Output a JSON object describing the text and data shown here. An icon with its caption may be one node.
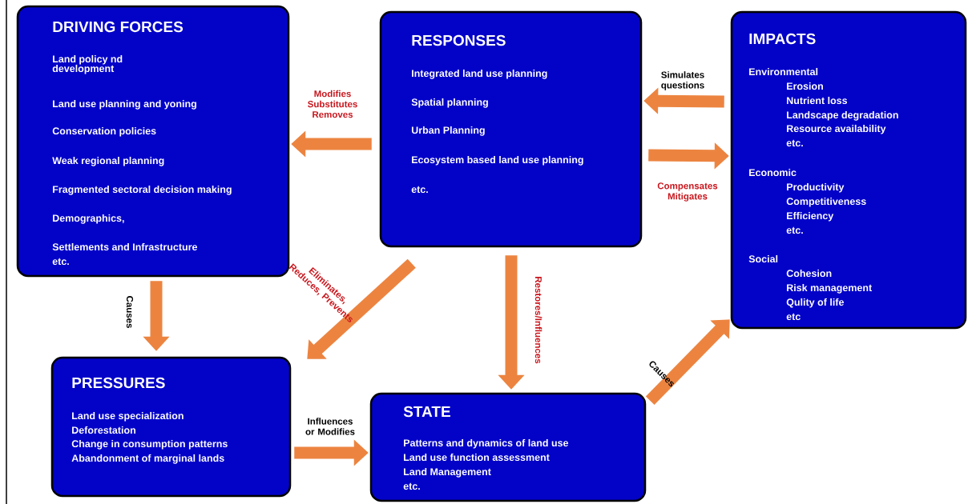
{
  "diagram": {
    "nodes": [
      {
        "text": [
          "DRIVING FORCES",
          "Land policy nd development",
          "Land use planning and yoning",
          "Conservation policies",
          "Weak regional planning",
          "Fragmented sectoral decision making",
          "Demographics,",
          "Settlements and Infrastructure",
          "etc."
        ]
      },
      {
        "text": [
          "RESPONSES",
          "Integrated land use planning",
          "Spatial planning",
          "Urban Planning",
          "Ecosystem based land use planning",
          "etc."
        ]
      },
      {
        "text": [
          "IMPACTS",
          "Environmental",
          "Erosion",
          "Nutrient loss",
          "Landscape degradation",
          "Resource availability",
          "etc.",
          "Economic",
          "Productivity",
          "Competitiveness",
          "Efficiency",
          "etc.",
          "Social",
          "Cohesion",
          "Risk management",
          "Qulity of life",
          "etc"
        ]
      },
      {
        "text": [
          "PRESSURES",
          "Land use specialization",
          "Deforestation",
          "Change in consumption patterns",
          "Abandonment of marginal lands"
        ]
      },
      {
        "text": [
          "STATE",
          "Patterns and dynamics of land use",
          "Land use function assessment",
          "Land Management",
          "etc."
        ]
      }
    ],
    "edges": [
      {
        "from": 1,
        "to": 0,
        "arrow": "to",
        "label": "Modifies Substitutes Removes"
      },
      {
        "from": 2,
        "to": 1,
        "arrow": "to",
        "label": "Simulates questions"
      },
      {
        "from": 1,
        "to": 2,
        "arrow": "to",
        "label": "Compensates Mitigates"
      },
      {
        "from": 0,
        "to": 3,
        "arrow": "to",
        "label": "Causes"
      },
      {
        "from": 1,
        "to": 3,
        "arrow": "to",
        "label": "Eliminates, Reduces, Prevents"
      },
      {
        "from": 1,
        "to": 4,
        "arrow": "to",
        "label": "Restores/Influences"
      },
      {
        "from": 3,
        "to": 4,
        "arrow": "to",
        "label": "Influences or Modifies"
      },
      {
        "from": 4,
        "to": 2,
        "arrow": "to",
        "label": "Causes"
      }
    ]
  }
}
